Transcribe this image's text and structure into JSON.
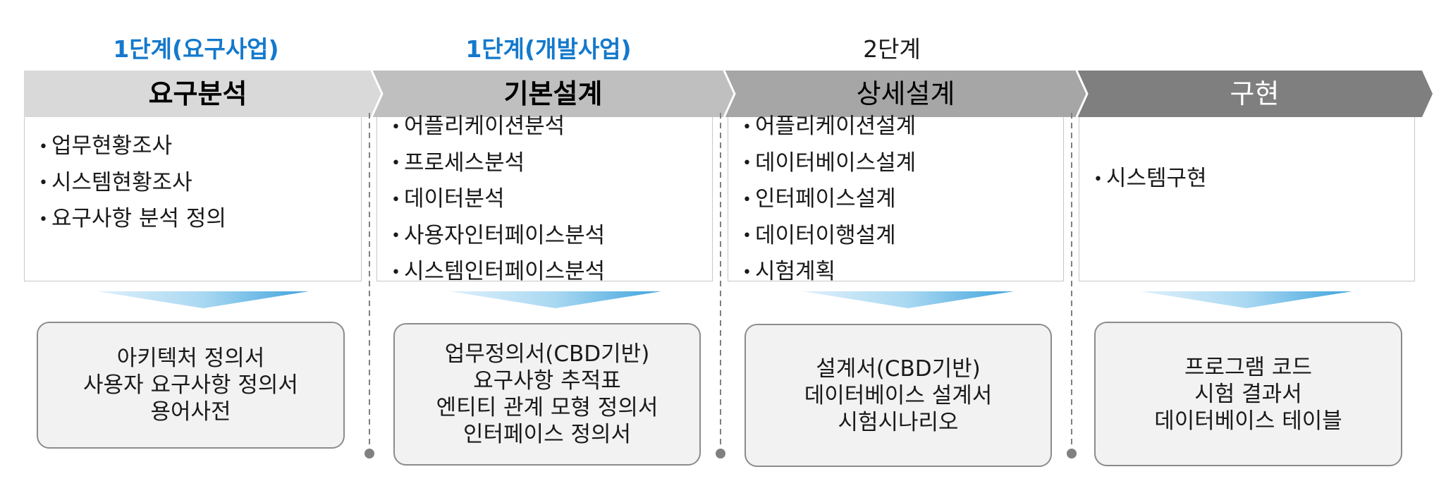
{
  "stage_labels": [
    {
      "text": "1단계(요구사업)",
      "style": "blue"
    },
    {
      "text": "1단계(개발사업)",
      "style": "blue"
    },
    {
      "text": "2단계",
      "style": "plain"
    }
  ],
  "phases": [
    {
      "title": "요구분석",
      "fill": "#d9d9d9",
      "text_color": "#000000",
      "tasks": [
        "업무현황조사",
        "시스템현황조사",
        "요구사항 분석 정의"
      ],
      "outputs": [
        "아키텍처 정의서",
        "사용자 요구사항 정의서",
        "용어사전"
      ]
    },
    {
      "title": "기본설계",
      "fill": "#bfbfbf",
      "text_color": "#000000",
      "tasks": [
        "어플리케이션분석",
        "프로세스분석",
        "데이터분석",
        "사용자인터페이스분석",
        "시스템인터페이스분석"
      ],
      "outputs": [
        "업무정의서(CBD기반)",
        "요구사항 추적표",
        "엔티티 관계 모형 정의서",
        "인터페이스 정의서"
      ]
    },
    {
      "title": "상세설계",
      "fill": "#a6a6a6",
      "text_color": "#000000",
      "tasks": [
        "어플리케이션설계",
        "데이터베이스설계",
        "인터페이스설계",
        "데이터이행설계",
        "시험계획"
      ],
      "outputs": [
        "설계서(CBD기반)",
        "데이터베이스 설계서",
        "시험시나리오"
      ]
    },
    {
      "title": "구현",
      "fill": "#7f7f7f",
      "text_color": "#ffffff",
      "tasks": [
        "시스템구현"
      ],
      "outputs": [
        "프로그램 코드",
        "시험 결과서",
        "데이터베이스 테이블"
      ]
    }
  ],
  "colors": {
    "stage_label_blue": "#1479cc",
    "flow_arrow_light": "#dff0fb",
    "flow_arrow_dark": "#3ea3dc",
    "output_fill": "#f2f2f2",
    "output_border": "#8c8c8c",
    "divider": "#808080"
  }
}
